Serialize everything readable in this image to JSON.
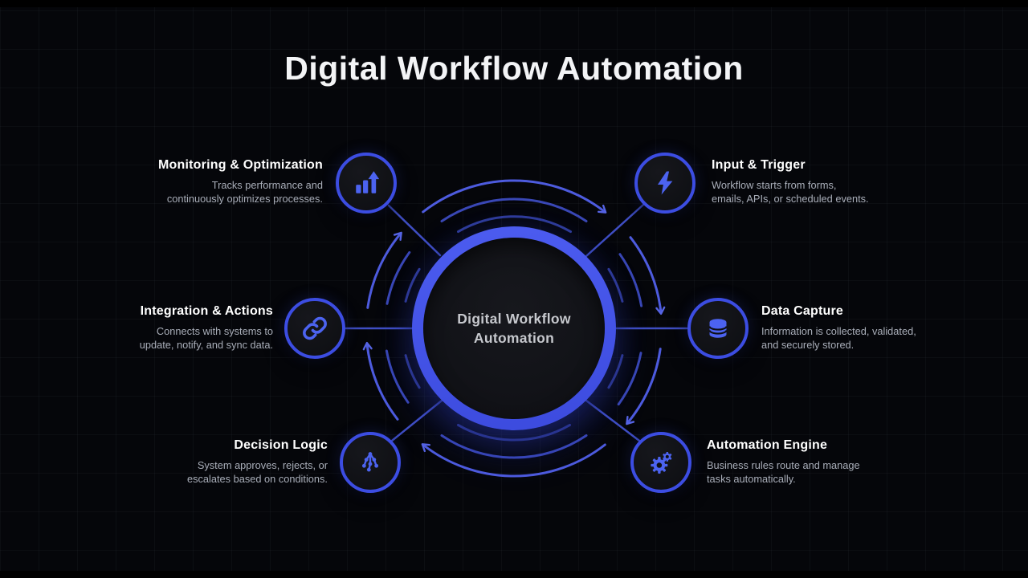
{
  "title": "Digital Workflow Automation",
  "center": {
    "line1": "Digital Workflow",
    "line2": "Automation"
  },
  "nodes": [
    {
      "id": "monitoring-optimization",
      "title": "Monitoring & Optimization",
      "desc_line1": "Tracks performance and",
      "desc_line2": "continuously optimizes processes.",
      "icon": "bar-chart-icon",
      "side": "left"
    },
    {
      "id": "input-trigger",
      "title": "Input & Trigger",
      "desc_line1": "Workflow starts from forms,",
      "desc_line2": "emails, APIs, or scheduled events.",
      "icon": "lightning-icon",
      "side": "right"
    },
    {
      "id": "integration-actions",
      "title": "Integration & Actions",
      "desc_line1": "Connects with systems to",
      "desc_line2": "update, notify, and sync data.",
      "icon": "link-icon",
      "side": "left"
    },
    {
      "id": "data-capture",
      "title": "Data Capture",
      "desc_line1": "Information is collected, validated,",
      "desc_line2": "and securely stored.",
      "icon": "database-icon",
      "side": "right"
    },
    {
      "id": "decision-logic",
      "title": "Decision Logic",
      "desc_line1": "System approves, rejects, or",
      "desc_line2": "escalates based on conditions.",
      "icon": "decision-tree-icon",
      "side": "left"
    },
    {
      "id": "automation-engine",
      "title": "Automation Engine",
      "desc_line1": "Business rules route and manage",
      "desc_line2": "tasks automatically.",
      "icon": "gears-icon",
      "side": "right"
    }
  ],
  "colors": {
    "accent_blue": "#4253e6",
    "icon_blue": "#4c63f0",
    "line_blue": "#4759e0",
    "circle_border_blue": "#3c4de2",
    "title_white": "#f3f4f6",
    "desc_gray": "#a9aeb9",
    "center_label_gray": "#c6c8cd",
    "background": "#05060a"
  }
}
